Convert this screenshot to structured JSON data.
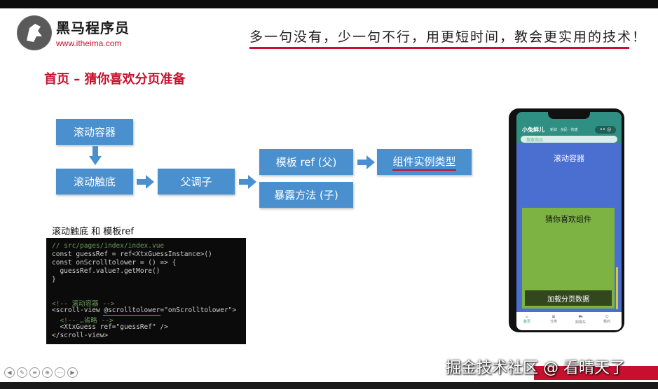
{
  "header": {
    "logo_name": "黑马程序员",
    "logo_url": "www.itheima.com",
    "slogan": "多一句没有，少一句不行，用更短时间，教会更实用的技术！"
  },
  "page_title": "首页 – 猜你喜欢分页准备",
  "diagram": {
    "scroll_container": "滚动容器",
    "scroll_bottom": "滚动触底",
    "parent_calls_child": "父调子",
    "template_ref": "模板 ref (父)",
    "expose_method": "暴露方法 (子)",
    "component_instance_type": "组件实例类型"
  },
  "code_caption": "滚动触底 和 模板ref",
  "code_lines": [
    {
      "text": "// src/pages/index/index.vue",
      "color": "#6a9955"
    },
    {
      "text": "const guessRef = ref<XtxGuessInstance>()",
      "color": "#cfcfcf"
    },
    {
      "text": "const onScrolltolower = () => {",
      "color": "#cfcfcf"
    },
    {
      "text": "  guessRef.value?.getMore()",
      "color": "#cfcfcf"
    },
    {
      "text": "}",
      "color": "#cfcfcf"
    },
    {
      "text": "",
      "color": "#cfcfcf"
    },
    {
      "text": "",
      "color": "#cfcfcf"
    },
    {
      "text": "<!-- 滚动容器 -->",
      "color": "#6a9955"
    },
    {
      "text": "<scroll-view @scrolltolower=\"onScrolltolower\">",
      "color": "#cfcfcf"
    },
    {
      "text": "  <!-- …省略 -->",
      "color": "#6a9955"
    },
    {
      "text": "  <XtxGuess ref=\"guessRef\" />",
      "color": "#cfcfcf"
    },
    {
      "text": "</scroll-view>",
      "color": "#cfcfcf"
    }
  ],
  "phone": {
    "app_title": "小兔鲜儿",
    "app_sub": "新鲜 · 亲民 · 快捷",
    "search_placeholder": "搜索商品",
    "scroll_container_label": "滚动容器",
    "guess_component_label": "猜你喜欢组件",
    "load_more_label": "加载分页数据",
    "tabs": [
      "首页",
      "分类",
      "购物车",
      "我的"
    ]
  },
  "watermark": "掘金技术社区 @ 看晴天了",
  "colors": {
    "accent_red": "#c8102e",
    "box_blue": "#4a90cf",
    "phone_blue": "#4a6fd0",
    "guess_green": "#7cb342"
  }
}
